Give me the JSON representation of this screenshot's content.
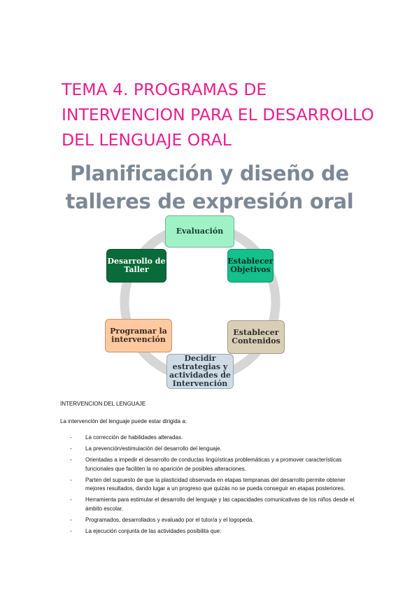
{
  "title_lines": [
    "TEMA 4. PROGRAMAS DE",
    "INTERVENCION PARA EL DESARROLLO",
    "DEL LENGUAJE ORAL"
  ],
  "figure": {
    "title_line1": "Planificación y diseño de",
    "title_line2": "talleres de expresión oral",
    "nodes": {
      "evaluacion": "Evaluación",
      "objetivos": "Establecer\nObjetivos",
      "contenidos": "Establecer\nContenidos",
      "decidir": "Decidir\nestrategias y\nactividades de\nIntervención",
      "programar": "Programar la\nintervención",
      "taller": "Desarrollo de\nTaller"
    },
    "colors": {
      "evaluacion": "#9ff2c6",
      "objetivos": "#14c08b",
      "contenidos": "#d8cfb6",
      "decidir": "#cfdce5",
      "programar": "#ffc9a0",
      "taller": "#0a6b3a",
      "ring": "#d6d6d6"
    }
  },
  "section_heading": "INTERVENCION DEL LENGUAJE",
  "intro": "La intervención del lenguaje puede estar dirigida a:",
  "bullet_marker": "-",
  "bullets": [
    "La corrección de habilidades alteradas.",
    "La prevención/estimulación del desarrollo del lenguaje.",
    "Orientadas a impedir el desarrollo de conductas lingüísticas problemáticas y a promover características funcionales que faciliten la no aparición de posibles alteraciones.",
    "Parten del supuesto de que la plasticidad observada en etapas tempranas del desarrollo permite obtener mejores resultados, dando lugar a un progreso que quizás no se pueda conseguir en etapas posteriores.",
    "Herramienta para estimular el desarrollo del lenguaje y las capacidades comunicativas de los niños desde el ámbito escolar.",
    "Programados, desarrollados y evaluado por el tutor/a y el logopeda.",
    "La ejecución conjunta de las actividades posibilita que:"
  ],
  "accent_color": "#e91e8c"
}
